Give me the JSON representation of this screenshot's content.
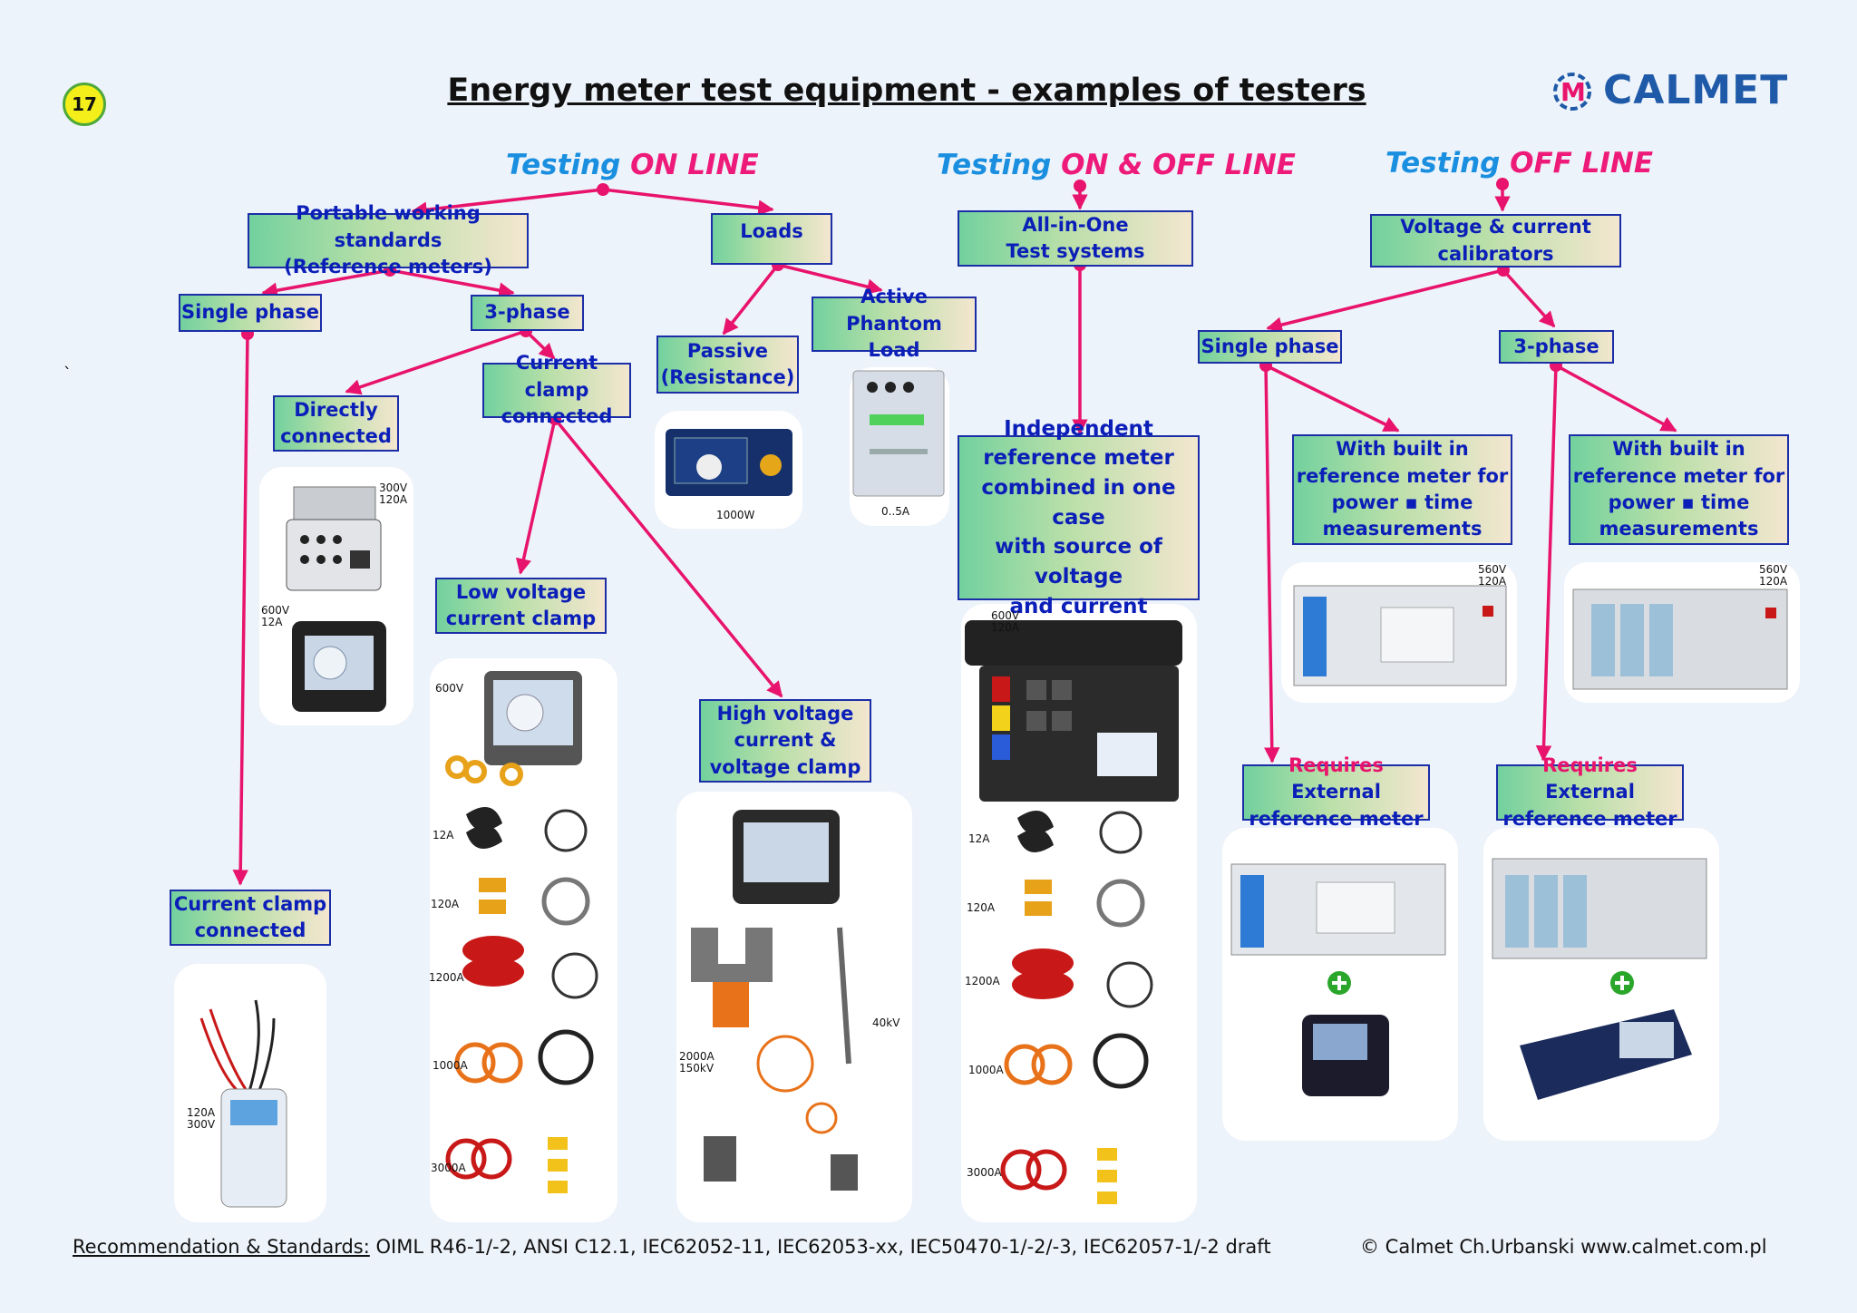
{
  "slide_number": "17",
  "title": "Energy meter test equipment - examples of testers",
  "logo_text": "CALMET",
  "stray_mark": "`",
  "sections": {
    "online": {
      "pre": "Testing ",
      "hl": "ON LINE"
    },
    "onoff": {
      "pre": "Testing ",
      "hl": "ON & OFF LINE"
    },
    "offline": {
      "pre": "Testing ",
      "hl": "OFF LINE"
    }
  },
  "nodes": {
    "portable": "Portable working standards\n(Reference meters)",
    "loads": "Loads",
    "single_phase_online": "Single phase",
    "three_phase_online": "3-phase",
    "passive": "Passive\n(Resistance)",
    "phantom": "Active Phantom\nLoad",
    "directly": "Directly\nconnected",
    "clamp_connected_3ph": "Current clamp\nconnected",
    "low_voltage": "Low voltage\ncurrent clamp",
    "high_voltage": "High voltage\ncurrent &\nvoltage clamp",
    "clamp_connected_1ph": "Current clamp\nconnected",
    "allinone": "All-in-One\nTest systems",
    "independent": "Independent\nreference meter\ncombined in one case\nwith source of voltage\nand current",
    "calibrators": "Voltage & current\ncalibrators",
    "single_phase_offline": "Single phase",
    "three_phase_offline": "3-phase",
    "builtin_1": "With built in\nreference meter for\npower ▪ time\nmeasurements",
    "builtin_2": "With built in\nreference meter for\npower ▪ time\nmeasurements",
    "req_1": {
      "hl": "Requires",
      "rest": " External\nreference meter"
    },
    "req_2": {
      "hl": "Requires",
      "rest": " External\nreference meter"
    }
  },
  "labels": {
    "v300_120": "300V\n120A",
    "v600_12": "600V\n12A",
    "w1000": "1000W",
    "a05": "0..5A",
    "v600": "600V",
    "a12": "12A",
    "a120": "120A",
    "a1200": "1200A",
    "a1000": "1000A",
    "a3000": "3000A",
    "kv40": "40kV",
    "a2000_150": "2000A\n150kV",
    "a120_300": "120A\n300V",
    "v600_120": "600V\n120A",
    "b_12": "12A",
    "b_120": "120A",
    "b_1200": "1200A",
    "b_1000": "1000A",
    "b_3000": "3000A",
    "v560_1": "560V\n120A",
    "v560_2": "560V\n120A"
  },
  "footer": {
    "standards_label": "Recommendation & Standards:",
    "standards_text": " OIML R46-1/-2, ANSI C12.1, IEC62052-11, IEC62053-xx, IEC50470-1/-2/-3, IEC62057-1/-2 draft",
    "copyright": "© Calmet Ch.Urbanski   www.calmet.com.pl"
  },
  "colors": {
    "arrow": "#e8136c",
    "node_text": "#0b1fb8",
    "section_blue": "#1a8fe0",
    "section_pink": "#ee1a7a",
    "logo": "#1e5aa8"
  }
}
